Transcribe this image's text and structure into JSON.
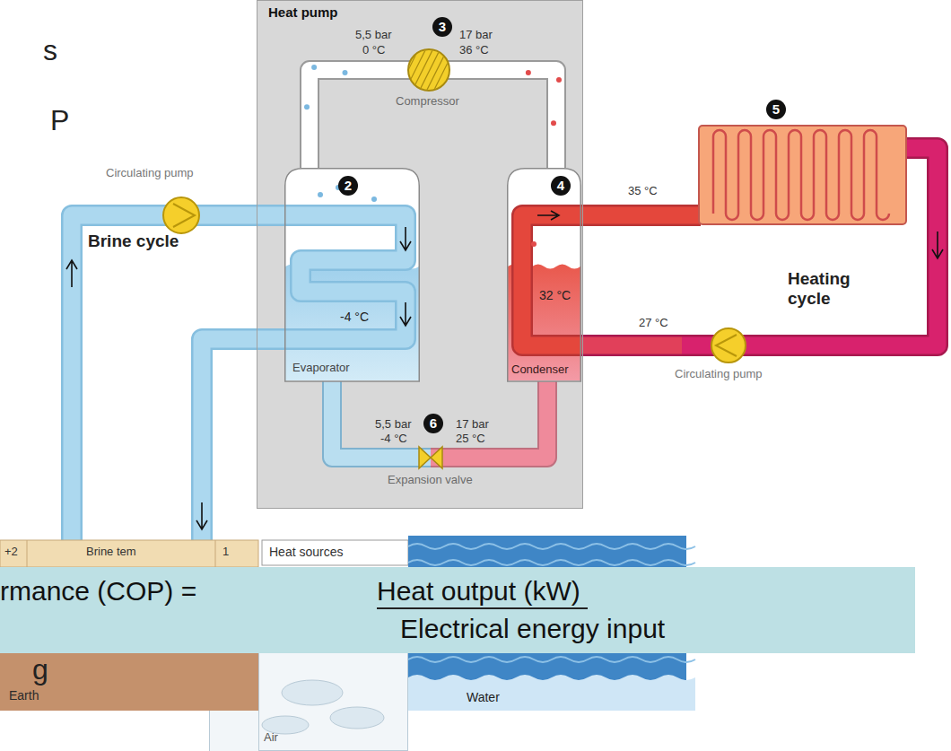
{
  "diagram": {
    "nodes": [
      {
        "text": [
          "Heat pump"
        ]
      },
      {
        "text": [
          "Compressor"
        ],
        "in": 0
      },
      {
        "text": [
          "-4 °C",
          "Evaporator"
        ],
        "in": 0
      },
      {
        "text": [
          "32 °C",
          "Condenser"
        ],
        "in": 0
      },
      {
        "text": [
          "Expansion valve"
        ],
        "in": 0
      },
      {
        "text": [
          "Earth"
        ]
      },
      {
        "text": [
          "Air"
        ]
      },
      {
        "text": [
          "Water"
        ]
      },
      {
        "text": [
          "rmance (COP) =",
          "Heat output (kW)",
          "Electrical energy input"
        ]
      }
    ],
    "edges": [
      {
        "from": 2,
        "to": 1,
        "arrow": "none"
      },
      {
        "from": 1,
        "to": 3,
        "arrow": "none"
      },
      {
        "from": 3,
        "to": 4,
        "arrow": "none"
      },
      {
        "from": 4,
        "to": 2,
        "arrow": "none"
      }
    ],
    "labels": [
      "s",
      "P",
      "3",
      "5,5 bar",
      "0 °C",
      "17 bar",
      "36 °C",
      "Circulating pump",
      "2",
      "4",
      "35 °C",
      "5",
      "Brine cycle",
      "Heating cycle",
      "27 °C",
      "Circulating pump",
      "6",
      "5,5 bar",
      "-4 °C",
      "17 bar",
      "25 °C",
      "+2",
      "Brine tem",
      "1",
      "Heat sources",
      "g"
    ]
  }
}
